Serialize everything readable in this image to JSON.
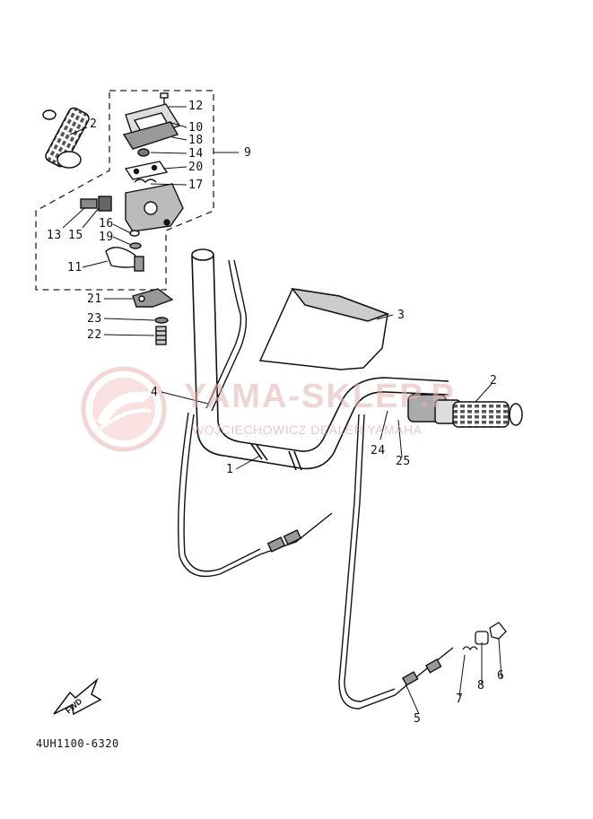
{
  "watermark": {
    "title": "YAMA-SKLEP.P",
    "subtitle": "WOJCIECHOWICZ DEALER YAMAHA",
    "color": "#e0a0a0"
  },
  "diagram_code": "4UH1100-6320",
  "fwd_label": "FWD",
  "callouts": {
    "c1": "1",
    "c2a": "2",
    "c2b": "2",
    "c3": "3",
    "c4": "4",
    "c5": "5",
    "c6": "6",
    "c7": "7",
    "c8": "8",
    "c9": "9",
    "c10": "10",
    "c11": "11",
    "c12": "12",
    "c13": "13",
    "c14": "14",
    "c15": "15",
    "c16": "16",
    "c17": "17",
    "c18": "18",
    "c19": "19",
    "c20": "20",
    "c21": "21",
    "c22": "22",
    "c23": "23",
    "c24": "24",
    "c25": "25"
  }
}
